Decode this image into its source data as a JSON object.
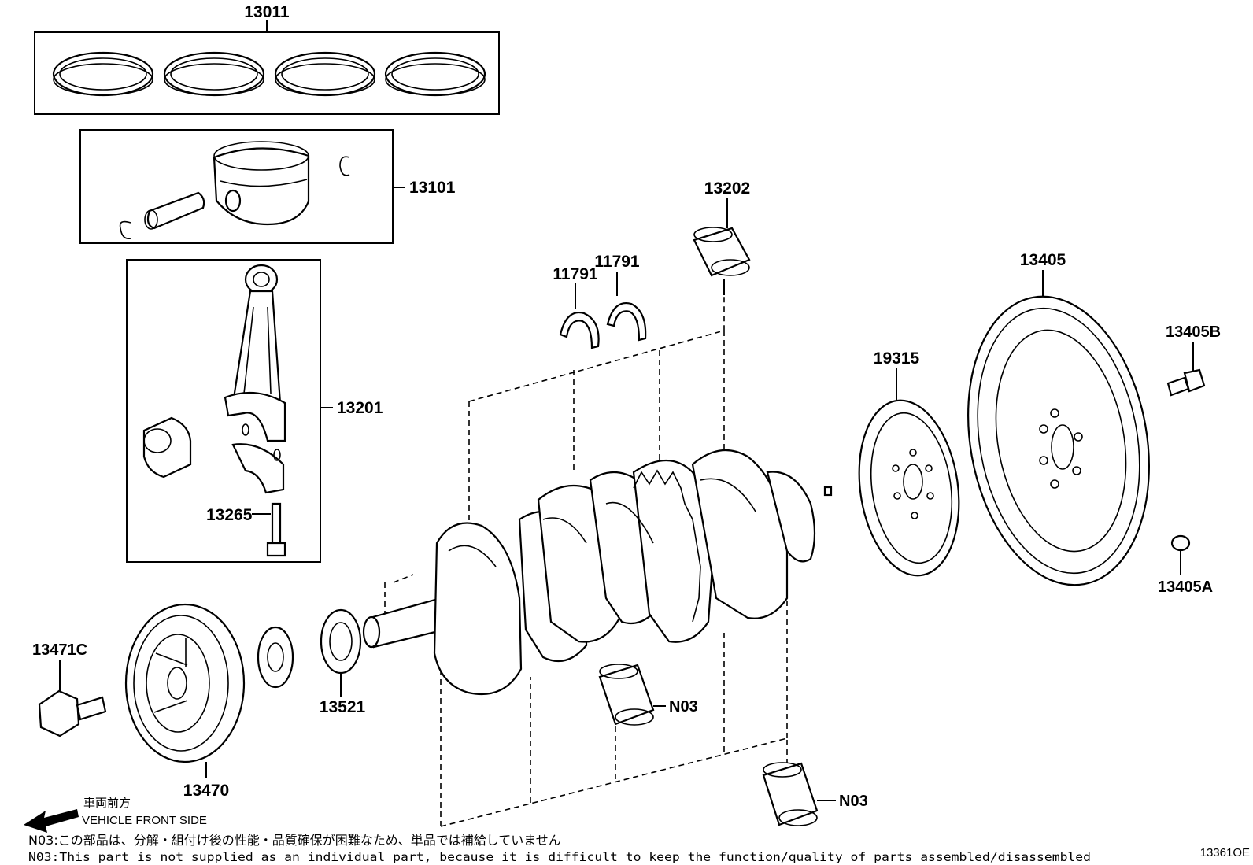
{
  "parts": {
    "piston_ring_set": "13011",
    "piston_sub_assy": "13101",
    "connecting_rod": "13201",
    "rod_bolt": "13265",
    "rod_bearing": "13202",
    "thrust_washer_a": "11791",
    "thrust_washer_b": "11791",
    "flywheel": "13405",
    "flywheel_bolt": "13405B",
    "flywheel_pin": "13405A",
    "timing_rotor": "19315",
    "pulley_bolt": "13471C",
    "crank_pulley": "13470",
    "crank_sprocket": "13521",
    "main_bearing_upper": "N03",
    "main_bearing_lower": "N03"
  },
  "direction": {
    "label_jp": "車両前方",
    "label_en": "VEHICLE FRONT SIDE"
  },
  "notes": {
    "jp": "N03:この部品は、分解・組付け後の性能・品質確保が困難なため、単品では補給していません",
    "en": "N03:This part is not supplied as an individual part, because it is difficult to keep the function/quality of parts assembled/disassembled"
  },
  "illustration_code": "13361OE"
}
